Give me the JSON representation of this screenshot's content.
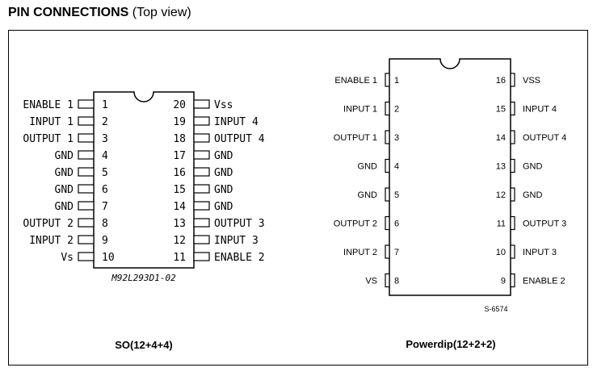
{
  "heading": {
    "bold": "PIN CONNECTIONS",
    "normal": "(Top view)"
  },
  "so": {
    "package_name": "SO(12+4+4)",
    "part_label": "M92L293D1-02",
    "left_pins": [
      {
        "num": "1",
        "name": "ENABLE 1"
      },
      {
        "num": "2",
        "name": "INPUT 1"
      },
      {
        "num": "3",
        "name": "OUTPUT 1"
      },
      {
        "num": "4",
        "name": "GND"
      },
      {
        "num": "5",
        "name": "GND"
      },
      {
        "num": "6",
        "name": "GND"
      },
      {
        "num": "7",
        "name": "GND"
      },
      {
        "num": "8",
        "name": "OUTPUT 2"
      },
      {
        "num": "9",
        "name": "INPUT 2"
      },
      {
        "num": "10",
        "name": "Vs"
      }
    ],
    "right_pins": [
      {
        "num": "20",
        "name": "Vss"
      },
      {
        "num": "19",
        "name": "INPUT 4"
      },
      {
        "num": "18",
        "name": "OUTPUT 4"
      },
      {
        "num": "17",
        "name": "GND"
      },
      {
        "num": "16",
        "name": "GND"
      },
      {
        "num": "15",
        "name": "GND"
      },
      {
        "num": "14",
        "name": "GND"
      },
      {
        "num": "13",
        "name": "OUTPUT 3"
      },
      {
        "num": "12",
        "name": "INPUT 3"
      },
      {
        "num": "11",
        "name": "ENABLE 2"
      }
    ]
  },
  "dip": {
    "package_name": "Powerdip(12+2+2)",
    "ref_label": "S-6574",
    "left_pins": [
      {
        "num": "1",
        "name": "ENABLE 1"
      },
      {
        "num": "2",
        "name": "INPUT 1"
      },
      {
        "num": "3",
        "name": "OUTPUT 1"
      },
      {
        "num": "4",
        "name": "GND"
      },
      {
        "num": "5",
        "name": "GND"
      },
      {
        "num": "6",
        "name": "OUTPUT 2"
      },
      {
        "num": "7",
        "name": "INPUT 2"
      },
      {
        "num": "8",
        "name": "VS"
      }
    ],
    "right_pins": [
      {
        "num": "16",
        "name": "VSS"
      },
      {
        "num": "15",
        "name": "INPUT 4"
      },
      {
        "num": "14",
        "name": "OUTPUT 4"
      },
      {
        "num": "13",
        "name": "GND"
      },
      {
        "num": "12",
        "name": "GND"
      },
      {
        "num": "11",
        "name": "OUTPUT 3"
      },
      {
        "num": "10",
        "name": "INPUT 3"
      },
      {
        "num": "9",
        "name": "ENABLE 2"
      }
    ]
  }
}
